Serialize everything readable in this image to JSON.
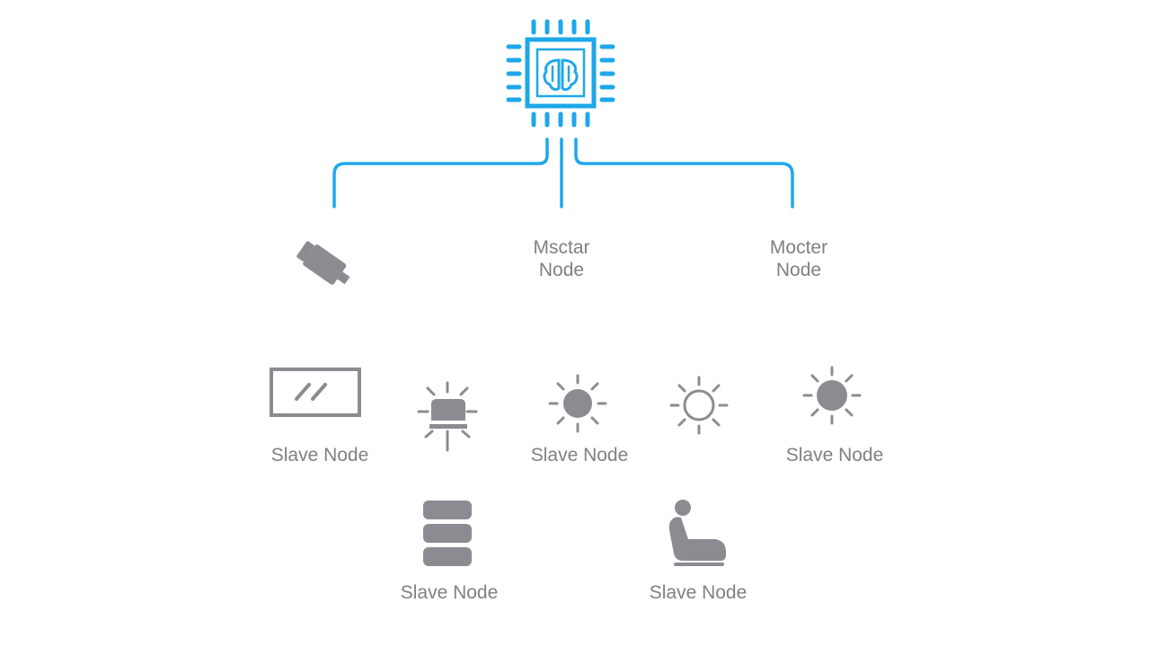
{
  "colors": {
    "accent": "#1ea7ea",
    "icon": "#8a8c91",
    "text": "#7e8085"
  },
  "master": {
    "icon": "cpu-chip-icon"
  },
  "labels": {
    "master_center_line1": "Msctar",
    "master_center_line2": "Node",
    "master_right_line1": "Mocter",
    "master_right_line2": "Node",
    "slave_1": "Slave Node",
    "slave_2": "Slave Node",
    "slave_3": "Slave Node",
    "slave_4": "Slave Node",
    "slave_5": "Slave Node"
  },
  "icons": [
    "connector-icon",
    "window-icon",
    "bulb-icon",
    "sun-filled-icon",
    "sun-outline-icon",
    "sun-filled-right-icon",
    "server-stack-icon",
    "car-seat-icon"
  ]
}
